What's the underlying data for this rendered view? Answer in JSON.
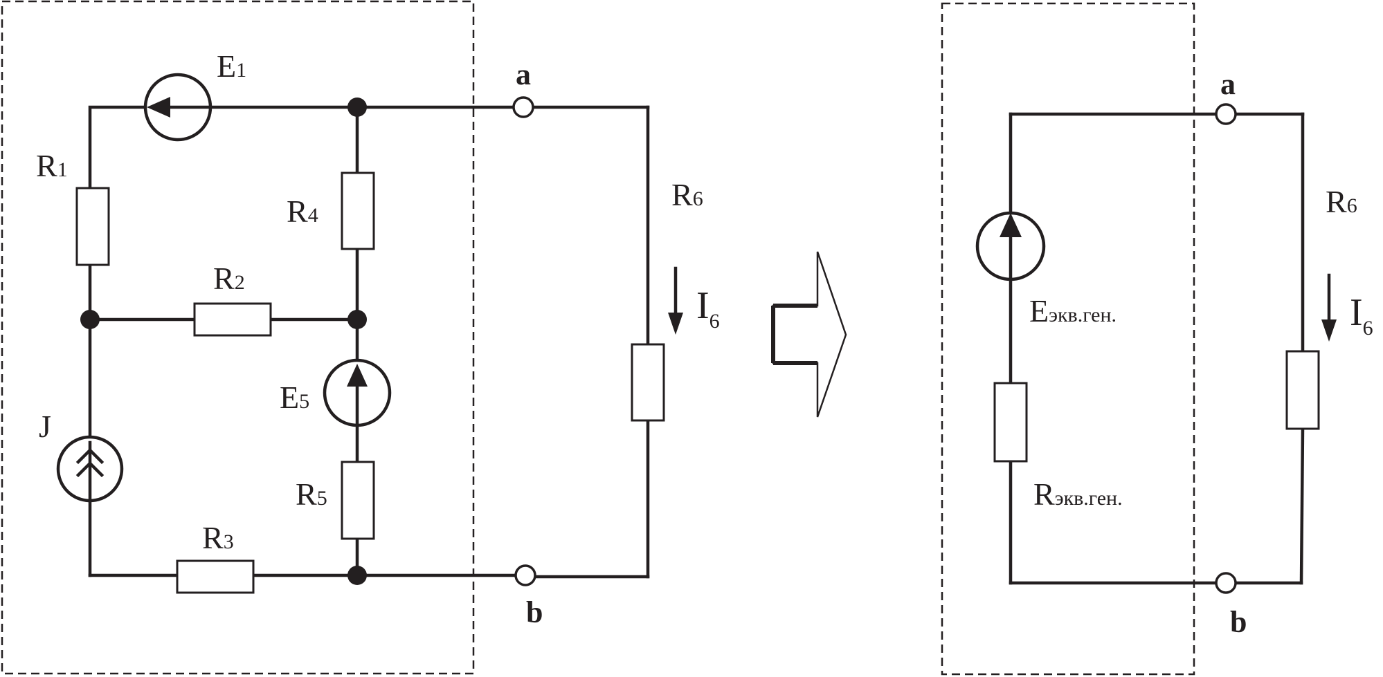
{
  "left_circuit": {
    "labels": {
      "e1": {
        "main": "E",
        "sub": "1"
      },
      "r1": {
        "main": "R",
        "sub": "1"
      },
      "r2": {
        "main": "R",
        "sub": "2"
      },
      "r3": {
        "main": "R",
        "sub": "3"
      },
      "r4": {
        "main": "R",
        "sub": "4"
      },
      "r5": {
        "main": "R",
        "sub": "5"
      },
      "e5": {
        "main": "E",
        "sub": "5"
      },
      "j": "J",
      "r6": {
        "main": "R",
        "sub": "6"
      },
      "i6": {
        "main": "I",
        "sub": "6"
      },
      "terminal_a": "a",
      "terminal_b": "b"
    }
  },
  "right_circuit": {
    "labels": {
      "e_eq": {
        "main": "E",
        "sub": "экв.ген."
      },
      "r_eq": {
        "main": "R",
        "sub": "экв.ген."
      },
      "r6": {
        "main": "R",
        "sub": "6"
      },
      "i6": {
        "main": "I",
        "sub": "6"
      },
      "terminal_a": "a",
      "terminal_b": "b"
    }
  }
}
